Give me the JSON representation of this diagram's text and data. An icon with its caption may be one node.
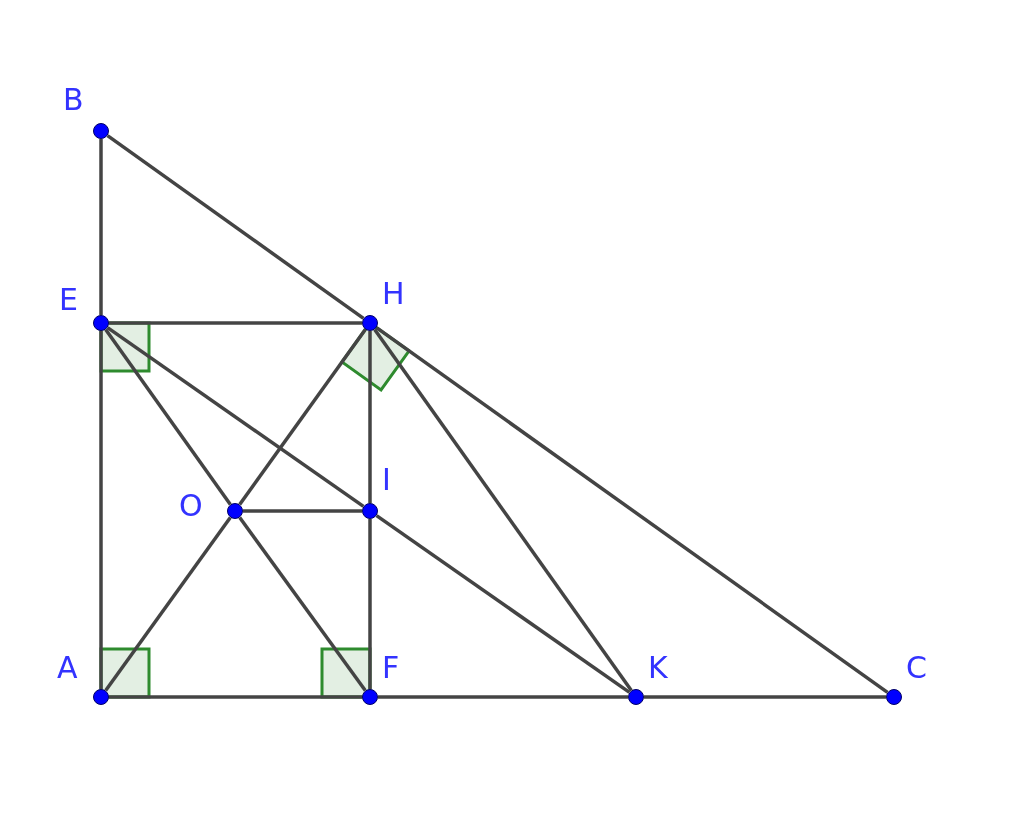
{
  "diagram": {
    "nodes": [
      {
        "text": [
          "B"
        ]
      },
      {
        "text": [
          "E"
        ]
      },
      {
        "text": [
          "H"
        ]
      },
      {
        "text": [
          "I"
        ]
      },
      {
        "text": [
          "O"
        ]
      },
      {
        "text": [
          "A"
        ]
      },
      {
        "text": [
          "F"
        ]
      },
      {
        "text": [
          "K"
        ]
      },
      {
        "text": [
          "C"
        ]
      }
    ],
    "edges": [
      {
        "from": 0,
        "to": 1,
        "arrow": "none"
      },
      {
        "from": 1,
        "to": 5,
        "arrow": "none"
      },
      {
        "from": 0,
        "to": 2,
        "arrow": "none"
      },
      {
        "from": 2,
        "to": 8,
        "arrow": "none"
      },
      {
        "from": 1,
        "to": 2,
        "arrow": "none"
      },
      {
        "from": 1,
        "to": 4,
        "arrow": "none"
      },
      {
        "from": 4,
        "to": 6,
        "arrow": "none"
      },
      {
        "from": 5,
        "to": 4,
        "arrow": "none"
      },
      {
        "from": 4,
        "to": 2,
        "arrow": "none"
      },
      {
        "from": 1,
        "to": 3,
        "arrow": "none"
      },
      {
        "from": 3,
        "to": 7,
        "arrow": "none"
      },
      {
        "from": 2,
        "to": 3,
        "arrow": "none"
      },
      {
        "from": 3,
        "to": 6,
        "arrow": "none"
      },
      {
        "from": 4,
        "to": 3,
        "arrow": "none"
      },
      {
        "from": 2,
        "to": 7,
        "arrow": "none"
      },
      {
        "from": 5,
        "to": 6,
        "arrow": "none"
      },
      {
        "from": 6,
        "to": 7,
        "arrow": "none"
      },
      {
        "from": 7,
        "to": 8,
        "arrow": "none"
      }
    ]
  }
}
